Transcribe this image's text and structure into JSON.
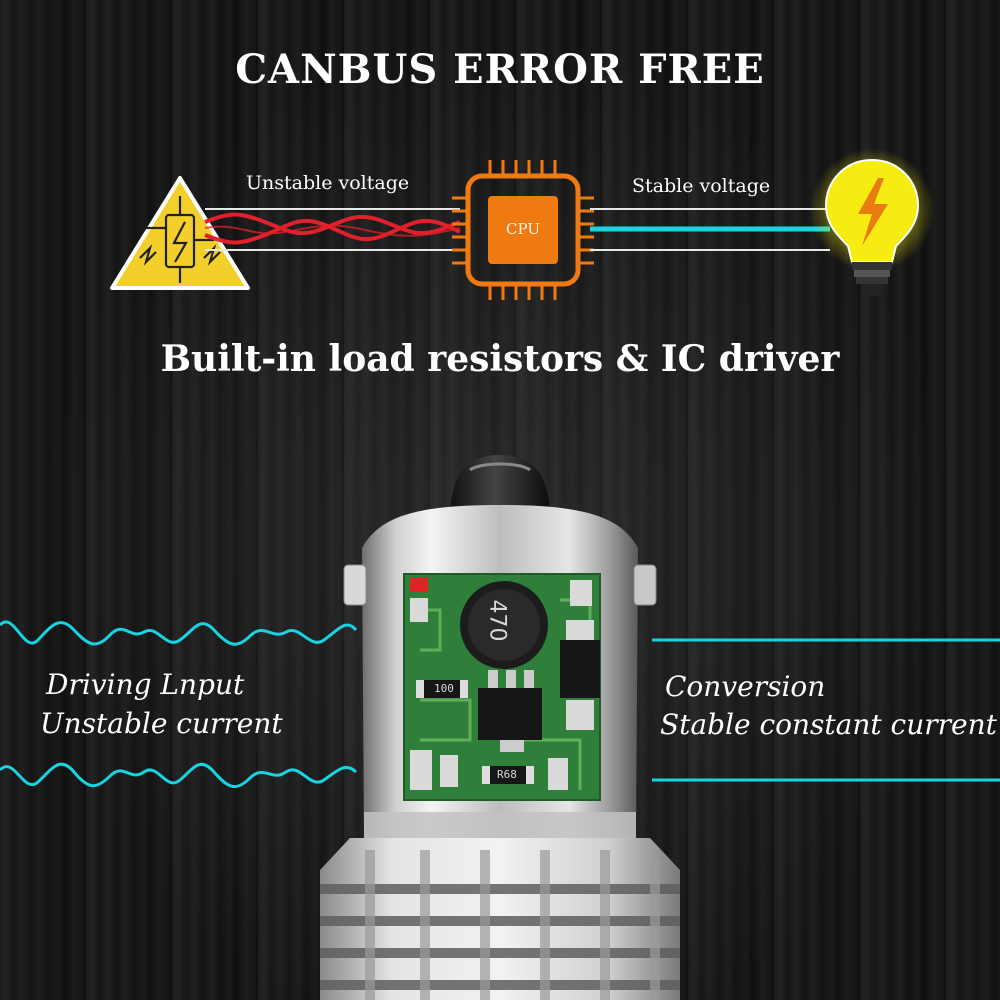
{
  "header": {
    "title": "CANBUS ERROR FREE"
  },
  "voltage_diagram": {
    "left_label": "Unstable voltage",
    "right_label": "Stable voltage",
    "chip_label": "CPU"
  },
  "subtitle": "Built-in load resistors & IC driver",
  "current_diagram": {
    "left_line1": "Driving Lnput",
    "left_line2": "Unstable current",
    "right_line1": "Conversion",
    "right_line2": "Stable constant current"
  },
  "pcb": {
    "inductor_marking": "470",
    "resistor_marking": "100",
    "resistor2_marking": "R68"
  },
  "colors": {
    "cyan": "#19d3e0",
    "red": "#e0202a",
    "orange": "#f07a12",
    "warning_yellow": "#f3cf2b",
    "bulb_yellow": "#f7ec12",
    "pcb_green": "#2f7f3b"
  },
  "icons": [
    "warning-voltage-icon",
    "cpu-chip-icon",
    "lightbulb-icon",
    "led-bulb-image"
  ]
}
